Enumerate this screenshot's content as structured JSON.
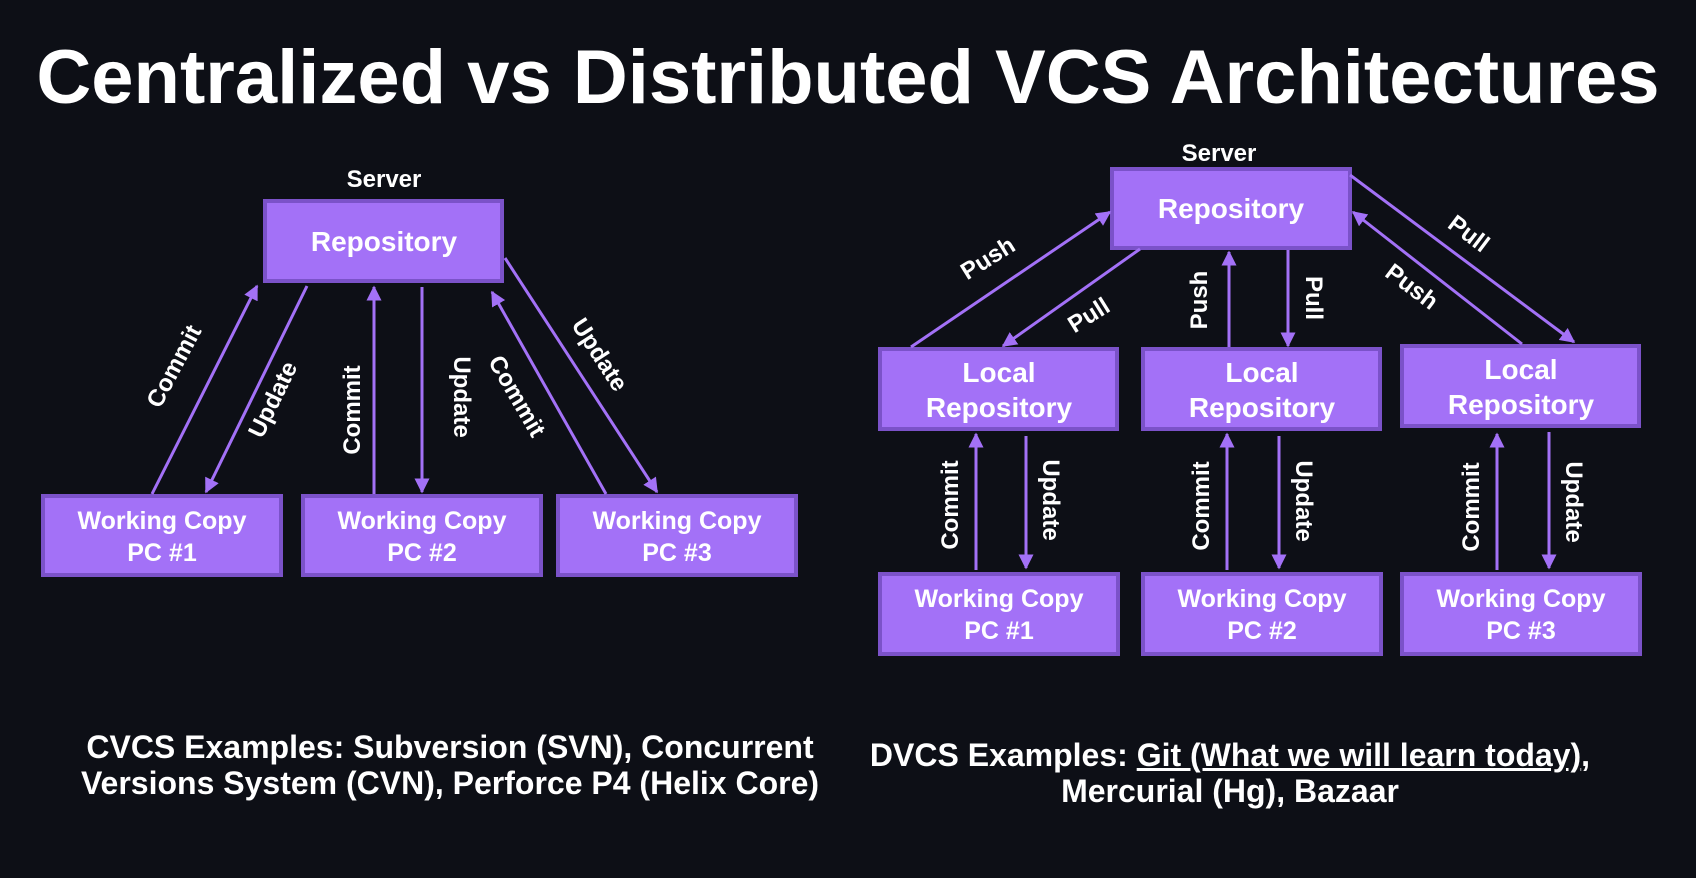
{
  "title": "Centralized vs Distributed VCS Architectures",
  "colors": {
    "background": "#0d0f16",
    "box_fill": "#a371f7",
    "box_border": "#7b52c9",
    "arrow": "#a371f7",
    "text": "#ffffff"
  },
  "centralized": {
    "server_label": "Server",
    "repository": "Repository",
    "working_copies": [
      {
        "line1": "Working Copy",
        "line2": "PC #1"
      },
      {
        "line1": "Working Copy",
        "line2": "PC #2"
      },
      {
        "line1": "Working Copy",
        "line2": "PC #3"
      }
    ],
    "commit_label": "Commit",
    "update_label": "Update",
    "examples": "CVCS Examples: Subversion (SVN), Concurrent Versions System (CVN), Perforce P4 (Helix Core)"
  },
  "distributed": {
    "server_label": "Server",
    "repository": "Repository",
    "local_repositories": [
      {
        "line1": "Local",
        "line2": "Repository"
      },
      {
        "line1": "Local",
        "line2": "Repository"
      },
      {
        "line1": "Local",
        "line2": "Repository"
      }
    ],
    "working_copies": [
      {
        "line1": "Working Copy",
        "line2": "PC #1"
      },
      {
        "line1": "Working Copy",
        "line2": "PC #2"
      },
      {
        "line1": "Working Copy",
        "line2": "PC #3"
      }
    ],
    "push_label": "Push",
    "pull_label": "Pull",
    "commit_label": "Commit",
    "update_label": "Update",
    "examples_prefix": "DVCS Examples: ",
    "examples_highlight": "Git (What we will learn today)",
    "examples_suffix": ", Mercurial (Hg), Bazaar"
  }
}
